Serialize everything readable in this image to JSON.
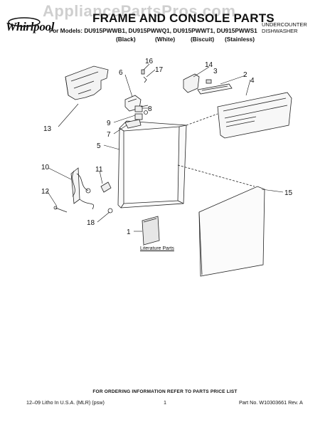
{
  "watermark": "AppliancePartsPros.com",
  "brand": "Whirlpool",
  "title": "FRAME AND CONSOLE PARTS",
  "models": "For Models: DU915PWWB1, DU915PWWQ1, DU915PWWT1, DU915PWWS1",
  "colors": [
    "(Black)",
    "(White)",
    "(Biscuit)",
    "(Stainless)"
  ],
  "unit_type": [
    "UNDERCOUNTER",
    "DISHWASHER"
  ],
  "callouts": [
    "1",
    "2",
    "3",
    "4",
    "5",
    "6",
    "7",
    "8",
    "9",
    "10",
    "11",
    "12",
    "13",
    "14",
    "15",
    "16",
    "17",
    "18"
  ],
  "literature_label": "Literature Parts",
  "ordering_info": "FOR ORDERING INFORMATION REFER TO PARTS PRICE LIST",
  "footer": {
    "left": "12–09 Litho In U.S.A. (MLR) (psw)",
    "page": "1",
    "part_no": "Part No. W10303661 Rev. A"
  }
}
